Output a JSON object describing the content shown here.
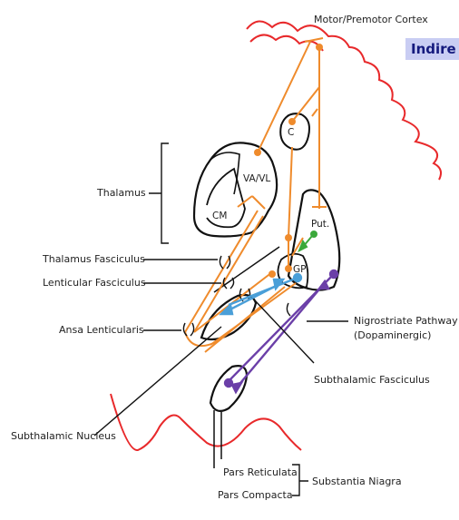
{
  "title": "Indire",
  "labels": {
    "motor_cortex": "Motor/Premotor Cortex",
    "thalamus": "Thalamus",
    "thalamus_fasciculus": "Thalamus Fasciculus",
    "lenticular_fasciculus": "Lenticular Fasciculus",
    "ansa_lenticularis": "Ansa Lenticularis",
    "subthalamic_nucleus": "Subthalamic Nucleus",
    "nigrostriate_1": "Nigrostriate Pathway",
    "nigrostriate_2": "(Dopaminergic)",
    "subthalamic_fasciculus": "Subthalamic Fasciculus",
    "pars_reticulata": "Pars Reticulata",
    "pars_compacta": "Pars Compacta",
    "substantia_nigra": "Substantia Niagra"
  },
  "structures": {
    "caudate": "C",
    "va_vl": "VA/VL",
    "cm": "CM",
    "putamen": "Put.",
    "gp": "GP"
  },
  "colors": {
    "cortex": "#e8292b",
    "pathway": "#ef8b2c",
    "subthalamic": "#4a9fd8",
    "nigral": "#6b3fa8",
    "dopamine": "#3aa83a",
    "outline": "#111111"
  }
}
